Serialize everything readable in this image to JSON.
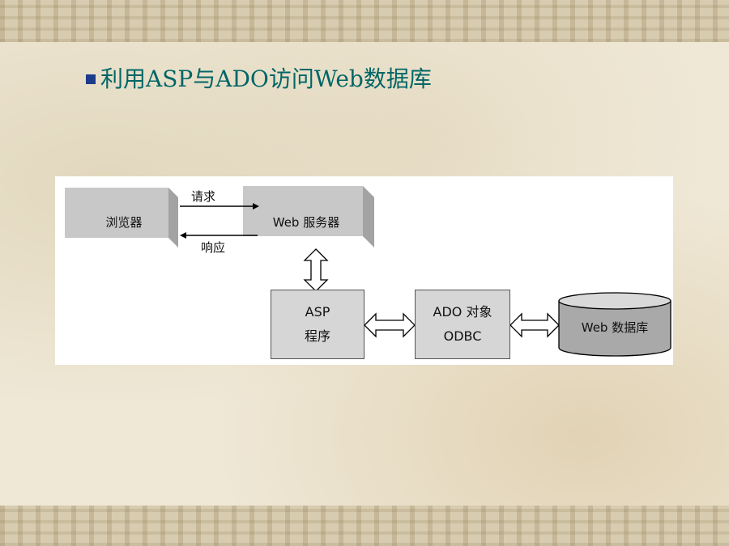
{
  "slide": {
    "title": "利用ASP与ADO访问Web数据库"
  },
  "diagram": {
    "browser_label": "浏览器",
    "web_server_label": "Web 服务器",
    "request_label": "请求",
    "response_label": "响应",
    "asp_line1": "ASP",
    "asp_line2": "程序",
    "ado_line1": "ADO 对象",
    "ado_line2": "ODBC",
    "database_label": "Web 数据库"
  }
}
